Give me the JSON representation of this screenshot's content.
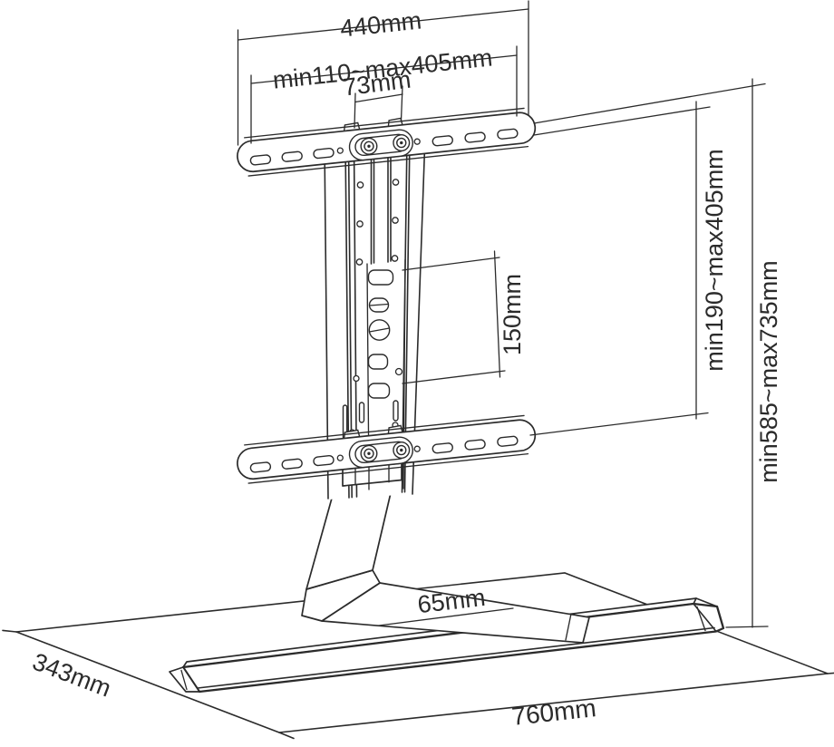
{
  "diagram": {
    "type": "technical-dimension-drawing",
    "subject": "tv-stand-mount",
    "background_color": "#ffffff",
    "line_color": "#2b2b2b",
    "labels": {
      "top_width": "440mm",
      "horizontal_bracket_range": "min110~max405mm",
      "center_spacing": "73mm",
      "vesa_vertical_pitch": "150mm",
      "vertical_bracket_range": "min190~max405mm",
      "overall_height_range": "min585~max735mm",
      "foot_tube_width": "65mm",
      "base_length": "760mm",
      "base_depth": "343mm"
    }
  }
}
